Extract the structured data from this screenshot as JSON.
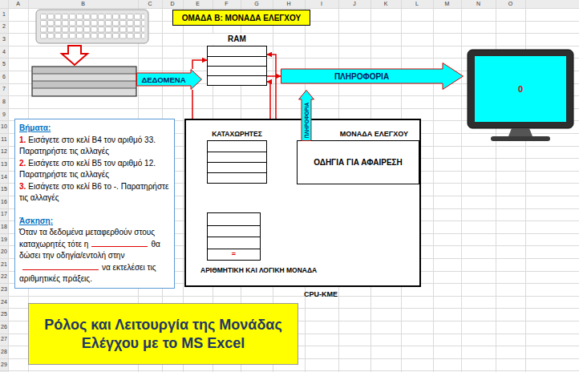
{
  "diagram": {
    "title": "ΟΜΑΔΑ Β: ΜΟΝΑΔΑ ΕΛΕΓΧΟΥ",
    "caption": "Ρόλος και Λειτουργία της Μονάδας Ελέγχου με το MS Excel",
    "nodes": [
      {
        "text": [
          "RAM"
        ]
      },
      {
        "text": [
          "ΔΕΔΟΜΕΝΑ"
        ]
      },
      {
        "text": [
          "ΠΛΗΡΟΦΟΡΙΑ"
        ]
      },
      {
        "text": [
          "0"
        ]
      },
      {
        "text": [
          "ΠΛΗΡΟΦΟΡΙΑ"
        ]
      },
      {
        "text": [
          "Βήματα:",
          "1.",
          "Εισάγετε στο κελί B4 τον αριθμό 33. Παρατηρήστε τις αλλαγές",
          "2.",
          "Εισάγετε στο κελί B5 τον αριθμό 12. Παρατηρήστε τις αλλαγές",
          "3.",
          "Εισάγετε στο κελί B6 το -. Παρατηρήστε τις αλλαγές",
          "Άσκηση:",
          "Όταν τα δεδομένα μεταφερθούν στους καταχωρητές τότε η",
          "θα δώσει την οδηγία/εντολή στην",
          "να εκτελέσει τις αριθμητικές πράξεις."
        ]
      },
      {
        "text": [
          "CPU-ΚΜΕ"
        ]
      },
      {
        "text": [
          "ΚΑΤΑΧΩΡΗΤΕΣ"
        ],
        "in": 6
      },
      {
        "text": [
          "ΜΟΝΑΔΑ ΕΛΕΓΧΟΥ",
          "ΟΔΗΓΙΑ ΓΙΑ ΑΦΑΙΡΕΣΗ"
        ],
        "in": 6
      },
      {
        "text": [
          "=",
          "ΑΡΙΘΜΗΤΙΚΗ ΚΑΙ ΛΟΓΙΚΗ ΜΟΝΑΔΑ"
        ],
        "in": 6
      }
    ],
    "edges": [
      {
        "from": 1,
        "to": 0,
        "arrow": "to"
      },
      {
        "from": 1,
        "to": 7,
        "arrow": "to"
      },
      {
        "from": 0,
        "to": 8,
        "arrow": "both"
      },
      {
        "from": 0,
        "to": 2,
        "arrow": "to"
      },
      {
        "from": 8,
        "to": 7,
        "arrow": "to"
      },
      {
        "from": 8,
        "to": 9,
        "arrow": "to"
      },
      {
        "from": 7,
        "to": 9,
        "arrow": "to"
      },
      {
        "from": 9,
        "to": 0,
        "arrow": "to"
      }
    ],
    "labels": [
      "A",
      "B",
      "C",
      "D",
      "E",
      "F",
      "G",
      "H",
      "I",
      "J",
      "K",
      "L",
      "M",
      "N",
      "O",
      "1",
      "2",
      "3",
      "4",
      "5",
      "6",
      "7",
      "8",
      "9",
      "10",
      "11",
      "12",
      "13",
      "14",
      "15",
      "16",
      "17",
      "18",
      "19",
      "20",
      "21",
      "22",
      "23",
      "24",
      "25",
      "26",
      "27",
      "28",
      "29"
    ]
  }
}
